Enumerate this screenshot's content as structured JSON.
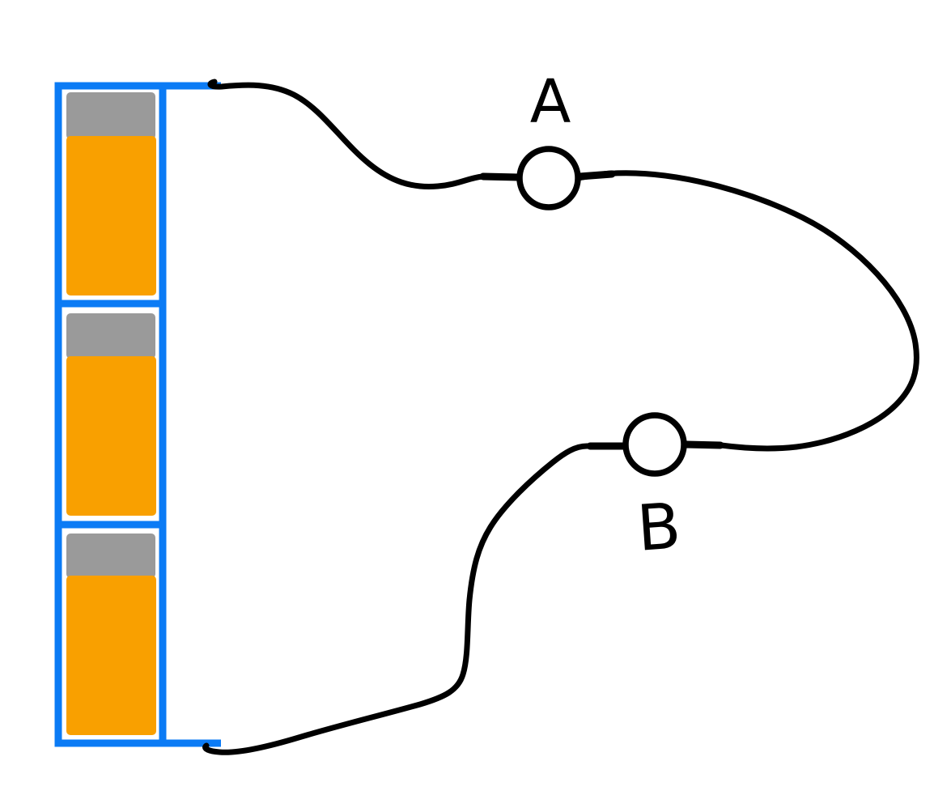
{
  "diagram": {
    "labels": {
      "meter_a": "A",
      "meter_b": "B"
    },
    "colors": {
      "battery_frame_blue": "#0b7bf5",
      "cell_body_orange": "#f9a000",
      "cell_cap_gray": "#9a9a9a",
      "wire_black": "#000000",
      "background": "#ffffff"
    },
    "battery": {
      "cell_count": 3
    },
    "meters": {
      "count": 2
    }
  }
}
